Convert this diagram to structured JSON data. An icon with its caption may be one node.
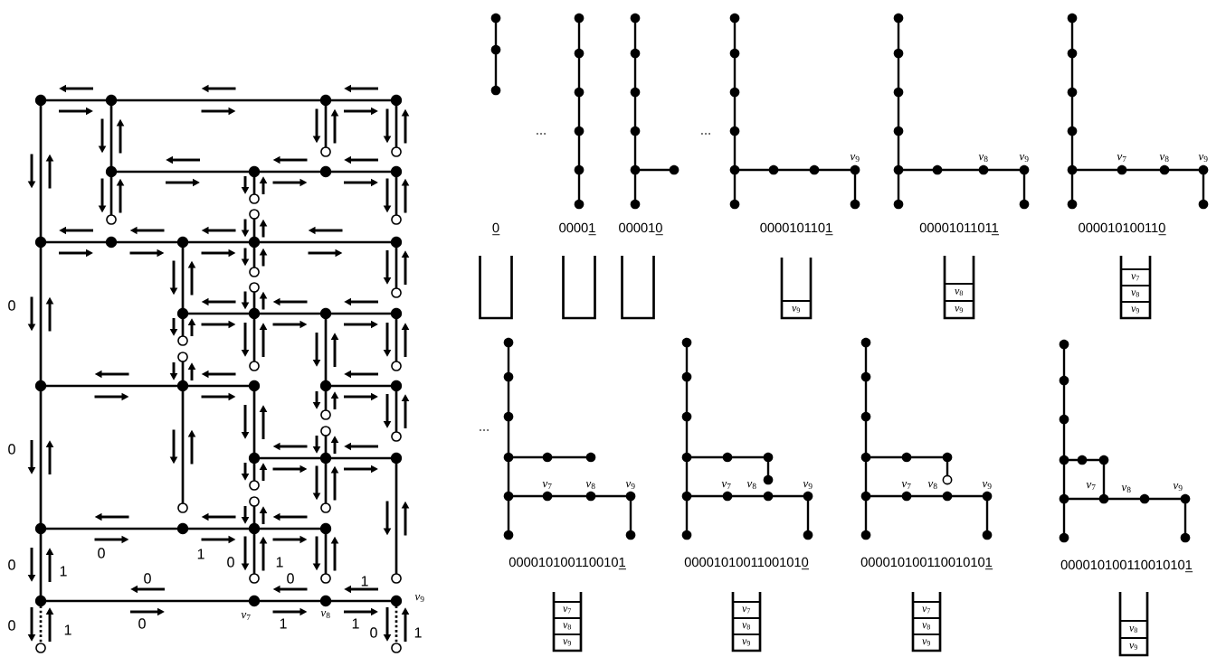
{
  "diagram": {
    "labels": [
      "0",
      "0",
      "0",
      "1",
      "0",
      "1",
      "0",
      "1",
      "0",
      "0",
      "1",
      "*v*$_{9}$",
      "*v*$_{7}$",
      "*v*$_{8}$",
      "0",
      "1",
      "0",
      "1",
      "1",
      "0",
      "1",
      "...",
      "...",
      "*v*$_{9}$",
      "*v*$_{8}$",
      "*v*$_{9}$",
      "*v*$_{7}$",
      "*v*$_{8}$",
      "*v*$_{9}$",
      "0",
      "00001",
      "000010",
      "0000101101",
      "00001011011",
      "000010100110",
      "*v*$_{9}$",
      "*v*$_{8}$",
      "*v*$_{9}$",
      "*v*$_{7}$",
      "*v*$_{8}$",
      "*v*$_{9}$",
      "...",
      "*v*$_{7}$",
      "*v*$_{8}$",
      "*v*$_{9}$",
      "*v*$_{7}$",
      "*v*$_{8}$",
      "*v*$_{9}$",
      "*v*$_{7}$",
      "*v*$_{8}$",
      "*v*$_{9}$",
      "*v*$_{7}$",
      "*v*$_{8}$",
      "*v*$_{9}$",
      "0000101001100101",
      "00001010011001010",
      "000010100110010101",
      "000010100110010101",
      "*v*$_{7}$",
      "*v*$_{8}$",
      "*v*$_{9}$",
      "*v*$_{7}$",
      "*v*$_{8}$",
      "*v*$_{9}$",
      "*v*$_{7}$",
      "*v*$_{8}$",
      "*v*$_{9}$",
      "*v*$_{8}$",
      "*v*$_{9}$"
    ]
  }
}
